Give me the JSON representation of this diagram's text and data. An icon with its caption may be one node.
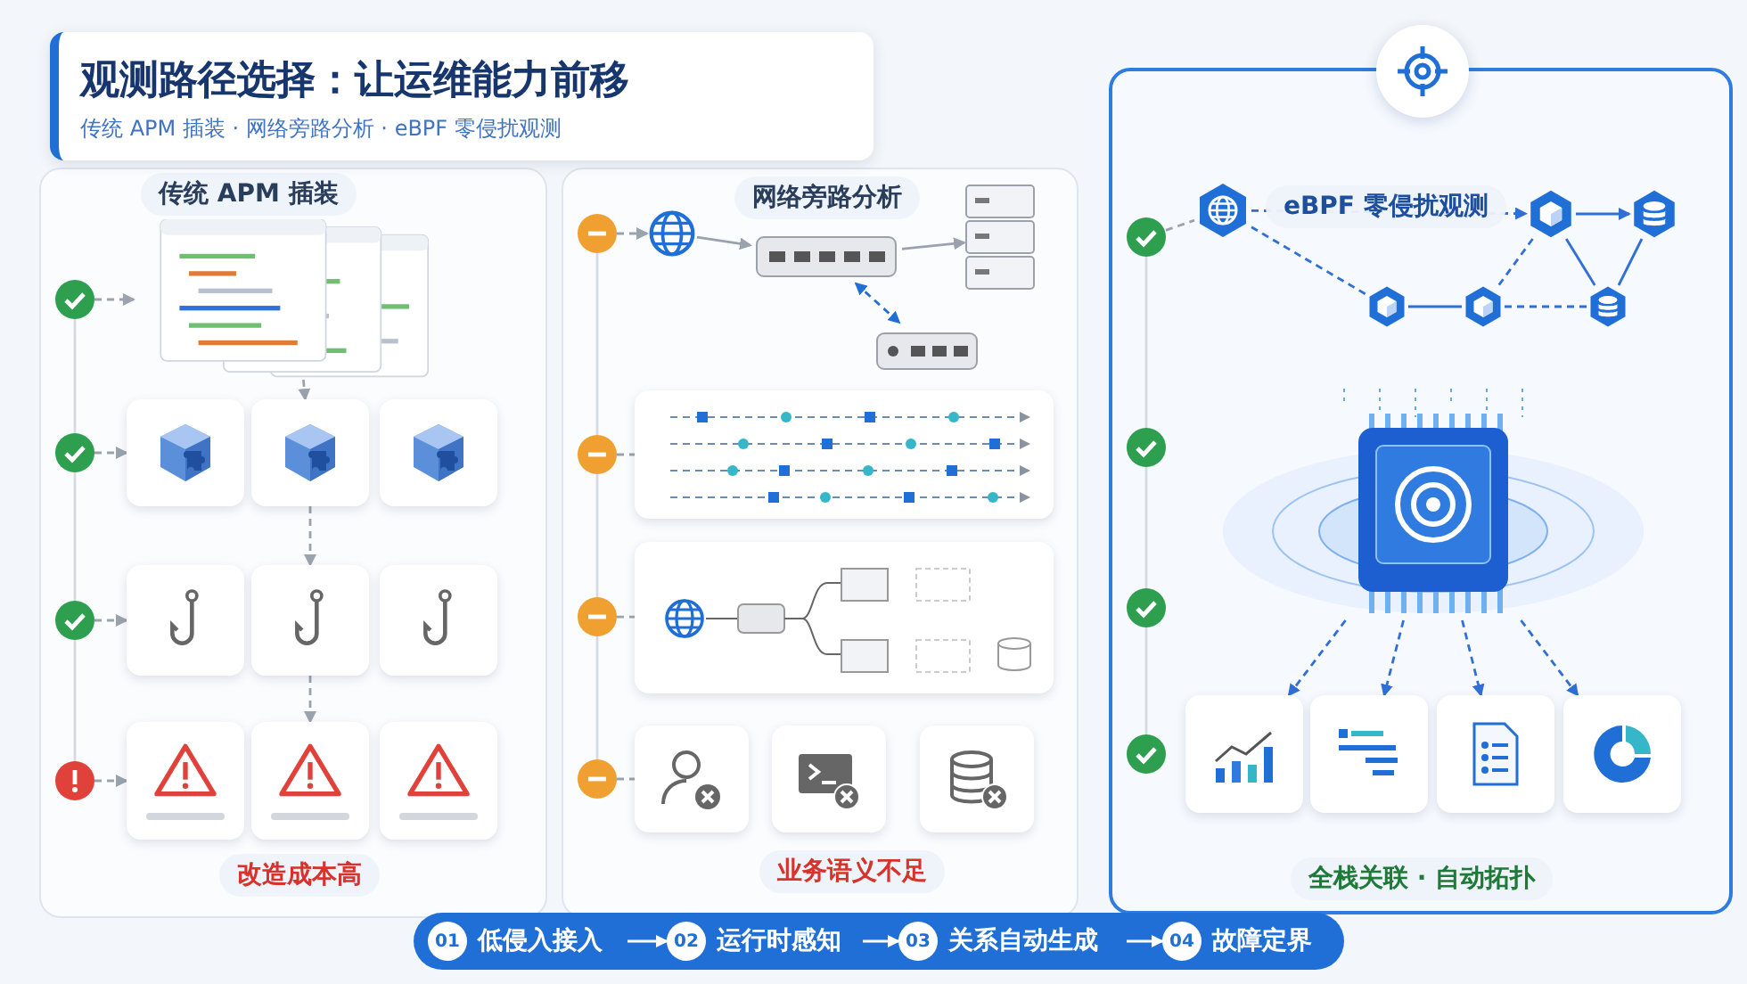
{
  "diagram": {
    "title": "观测路径选择：让运维能力前移",
    "nodes": [
      {
        "text": [
          "传统 APM 插装",
          "改造成本高"
        ]
      },
      {
        "text": [],
        "shape": "picture",
        "in": 0
      },
      {
        "text": [],
        "shape": "box",
        "in": 0
      },
      {
        "text": [],
        "shape": "box",
        "in": 0
      },
      {
        "text": [],
        "shape": "box",
        "in": 0
      },
      {
        "text": [],
        "shape": "box",
        "in": 0
      },
      {
        "text": [],
        "shape": "box",
        "in": 0
      },
      {
        "text": [],
        "shape": "box",
        "in": 0
      },
      {
        "text": [],
        "shape": "box",
        "in": 0
      },
      {
        "text": [],
        "shape": "box",
        "in": 0
      },
      {
        "text": [],
        "shape": "box",
        "in": 0
      },
      {
        "text": [],
        "shape": "circle",
        "in": 0
      },
      {
        "text": [],
        "shape": "circle",
        "in": 0
      },
      {
        "text": [],
        "shape": "circle",
        "in": 0
      },
      {
        "text": [],
        "shape": "circle",
        "in": 0
      },
      {
        "text": [
          "网络旁路分析",
          "业务语义不足"
        ]
      },
      {
        "text": [],
        "shape": "picture",
        "in": 15
      },
      {
        "text": [],
        "shape": "picture",
        "in": 15
      },
      {
        "text": [],
        "shape": "picture",
        "in": 15
      },
      {
        "text": [],
        "shape": "picture",
        "in": 15
      },
      {
        "text": [],
        "shape": "box",
        "in": 15
      },
      {
        "text": [],
        "shape": "box",
        "in": 15
      },
      {
        "text": [],
        "shape": "box",
        "in": 15
      },
      {
        "text": [],
        "shape": "box",
        "in": 15
      },
      {
        "text": [],
        "shape": "box",
        "in": 15
      },
      {
        "text": [],
        "shape": "circle",
        "in": 15
      },
      {
        "text": [],
        "shape": "circle",
        "in": 15
      },
      {
        "text": [],
        "shape": "circle",
        "in": 15
      },
      {
        "text": [],
        "shape": "circle",
        "in": 15
      },
      {
        "text": [
          "eBPF 零侵扰观测",
          "全栈关联 · 自动拓扑"
        ]
      },
      {
        "text": [],
        "shape": "picture",
        "in": 29
      },
      {
        "text": [],
        "shape": "picture",
        "in": 29
      },
      {
        "text": [],
        "shape": "picture",
        "in": 29
      },
      {
        "text": [],
        "shape": "picture",
        "in": 29
      },
      {
        "text": [],
        "shape": "picture",
        "in": 29
      },
      {
        "text": [],
        "shape": "picture",
        "in": 29
      },
      {
        "text": [],
        "shape": "picture",
        "in": 29
      },
      {
        "text": [],
        "shape": "box",
        "in": 29
      },
      {
        "text": [],
        "shape": "box",
        "in": 29
      },
      {
        "text": [],
        "shape": "box",
        "in": 29
      },
      {
        "text": [],
        "shape": "box",
        "in": 29
      },
      {
        "text": [],
        "shape": "circle",
        "in": 29
      },
      {
        "text": [],
        "shape": "circle",
        "in": 29
      },
      {
        "text": [],
        "shape": "circle",
        "in": 29
      },
      {
        "text": [],
        "shape": "circle",
        "in": 29
      },
      {
        "text": [],
        "shape": "bar"
      },
      {
        "text": [
          "01",
          "低侵入接入"
        ],
        "in": 45
      },
      {
        "text": [
          "02",
          "运行时感知"
        ],
        "in": 45
      },
      {
        "text": [
          "03",
          "关系自动生成"
        ],
        "in": 45
      },
      {
        "text": [
          "04",
          "故障定界"
        ],
        "in": 45
      }
    ],
    "edges": [
      {
        "from": 1,
        "to": 3,
        "arrow": "to",
        "style": "dashed"
      },
      {
        "from": 3,
        "to": 6,
        "arrow": "to",
        "style": "dashed"
      },
      {
        "from": 6,
        "to": 9,
        "arrow": "to",
        "style": "dashed"
      },
      {
        "from": 11,
        "to": 1,
        "arrow": "to",
        "style": "dashed"
      },
      {
        "from": 12,
        "to": 2,
        "arrow": "to",
        "style": "dashed"
      },
      {
        "from": 13,
        "to": 5,
        "arrow": "to",
        "style": "dashed"
      },
      {
        "from": 14,
        "to": 8,
        "arrow": "to",
        "style": "dashed"
      },
      {
        "from": 16,
        "to": 17,
        "arrow": "to"
      },
      {
        "from": 17,
        "to": 18,
        "arrow": "to"
      },
      {
        "from": 17,
        "to": 19,
        "arrow": "both",
        "style": "dashed",
        "color": "#1f6fd6"
      },
      {
        "from": 25,
        "to": 16,
        "arrow": "to",
        "style": "dashed"
      },
      {
        "from": 26,
        "to": 20,
        "arrow": "none",
        "style": "dashed"
      },
      {
        "from": 27,
        "to": 21,
        "arrow": "none",
        "style": "dashed"
      },
      {
        "from": 28,
        "to": 22,
        "arrow": "none",
        "style": "dashed"
      },
      {
        "from": 30,
        "to": 31,
        "arrow": "to",
        "style": "dashed",
        "color": "#2f6fd6"
      },
      {
        "from": 31,
        "to": 32,
        "arrow": "to",
        "color": "#2f6fd6"
      },
      {
        "from": 30,
        "to": 33,
        "arrow": "none",
        "style": "dashed",
        "color": "#2f6fd6"
      },
      {
        "from": 33,
        "to": 34,
        "arrow": "none",
        "color": "#2f6fd6"
      },
      {
        "from": 34,
        "to": 35,
        "arrow": "none",
        "style": "dashed",
        "color": "#2f6fd6"
      },
      {
        "from": 31,
        "to": 34,
        "arrow": "none",
        "style": "dashed",
        "color": "#2f6fd6"
      },
      {
        "from": 31,
        "to": 35,
        "arrow": "none",
        "color": "#2f6fd6"
      },
      {
        "from": 32,
        "to": 35,
        "arrow": "none",
        "color": "#2f6fd6"
      },
      {
        "from": 36,
        "to": 37,
        "arrow": "to",
        "style": "dashed",
        "color": "#2f6fd6"
      },
      {
        "from": 36,
        "to": 38,
        "arrow": "to",
        "style": "dashed",
        "color": "#2f6fd6"
      },
      {
        "from": 36,
        "to": 39,
        "arrow": "to",
        "style": "dashed",
        "color": "#2f6fd6"
      },
      {
        "from": 36,
        "to": 40,
        "arrow": "to",
        "style": "dashed",
        "color": "#2f6fd6"
      },
      {
        "from": 41,
        "to": 30,
        "arrow": "none",
        "style": "dashed"
      },
      {
        "from": 11,
        "to": 12,
        "arrow": "none",
        "color": "#d5dbe3"
      },
      {
        "from": 12,
        "to": 13,
        "arrow": "none",
        "color": "#d5dbe3"
      },
      {
        "from": 13,
        "to": 14,
        "arrow": "none",
        "color": "#d5dbe3"
      },
      {
        "from": 25,
        "to": 26,
        "arrow": "none",
        "color": "#d5dbe3"
      },
      {
        "from": 26,
        "to": 27,
        "arrow": "none",
        "color": "#d5dbe3"
      },
      {
        "from": 27,
        "to": 28,
        "arrow": "none",
        "color": "#d5dbe3"
      },
      {
        "from": 41,
        "to": 42,
        "arrow": "none",
        "color": "#d5dbe3"
      },
      {
        "from": 42,
        "to": 43,
        "arrow": "none",
        "color": "#d5dbe3"
      },
      {
        "from": 43,
        "to": 44,
        "arrow": "none",
        "color": "#d5dbe3"
      },
      {
        "from": 46,
        "to": 47,
        "arrow": "to",
        "color": "#ffffff"
      },
      {
        "from": 47,
        "to": 48,
        "arrow": "to",
        "color": "#ffffff"
      },
      {
        "from": 48,
        "to": 49,
        "arrow": "to",
        "color": "#ffffff"
      }
    ],
    "labels": [
      "传统 APM 插装 · 网络旁路分析 · eBPF 零侵扰观测"
    ]
  }
}
